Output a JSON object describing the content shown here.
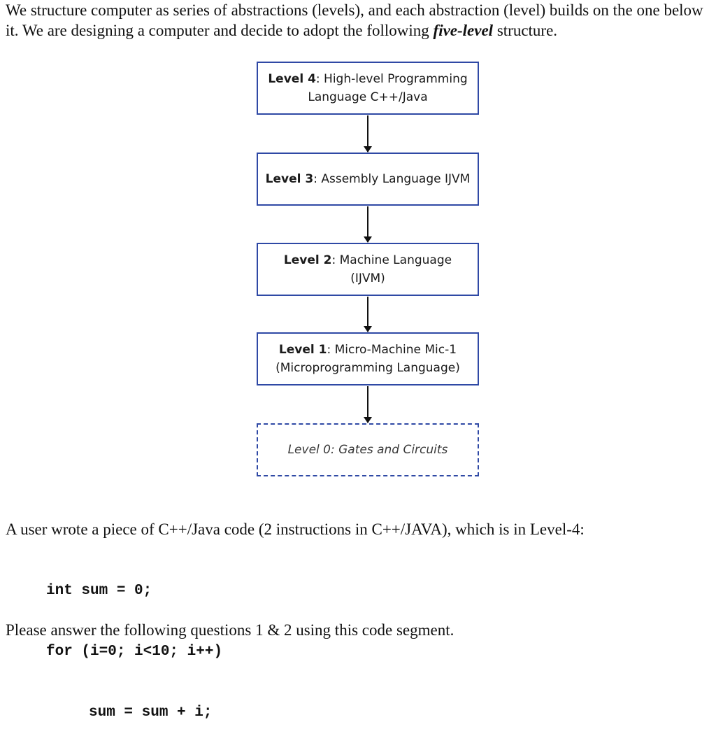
{
  "intro": {
    "text_before": "We structure computer as series of abstractions (levels), and each abstraction (level) builds on the one below it. We are designing a computer and decide to adopt the following ",
    "emphasis": "five-level",
    "text_after": " structure."
  },
  "diagram": {
    "levels": [
      {
        "name": "Level 4",
        "desc": ": High-level Programming Language C++/Java"
      },
      {
        "name": "Level 3",
        "desc": ": Assembly Language IJVM"
      },
      {
        "name": "Level 2",
        "desc": ": Machine Language (IJVM)"
      },
      {
        "name": "Level 1",
        "desc": ": Micro-Machine Mic-1 (Microprogramming Language)"
      },
      {
        "text": "Level 0: Gates and Circuits"
      }
    ],
    "border_color": "#2f49a5"
  },
  "question": {
    "text": "A user wrote a piece of C++/Java code (2 instructions in C++/JAVA), which is in Level-4:"
  },
  "code": {
    "lines": [
      "int sum = 0;",
      "for (i=0; i<10; i++)",
      "sum = sum + i;"
    ]
  },
  "cutoff": {
    "text": "Please answer the following questions 1 & 2 using this code segment."
  }
}
